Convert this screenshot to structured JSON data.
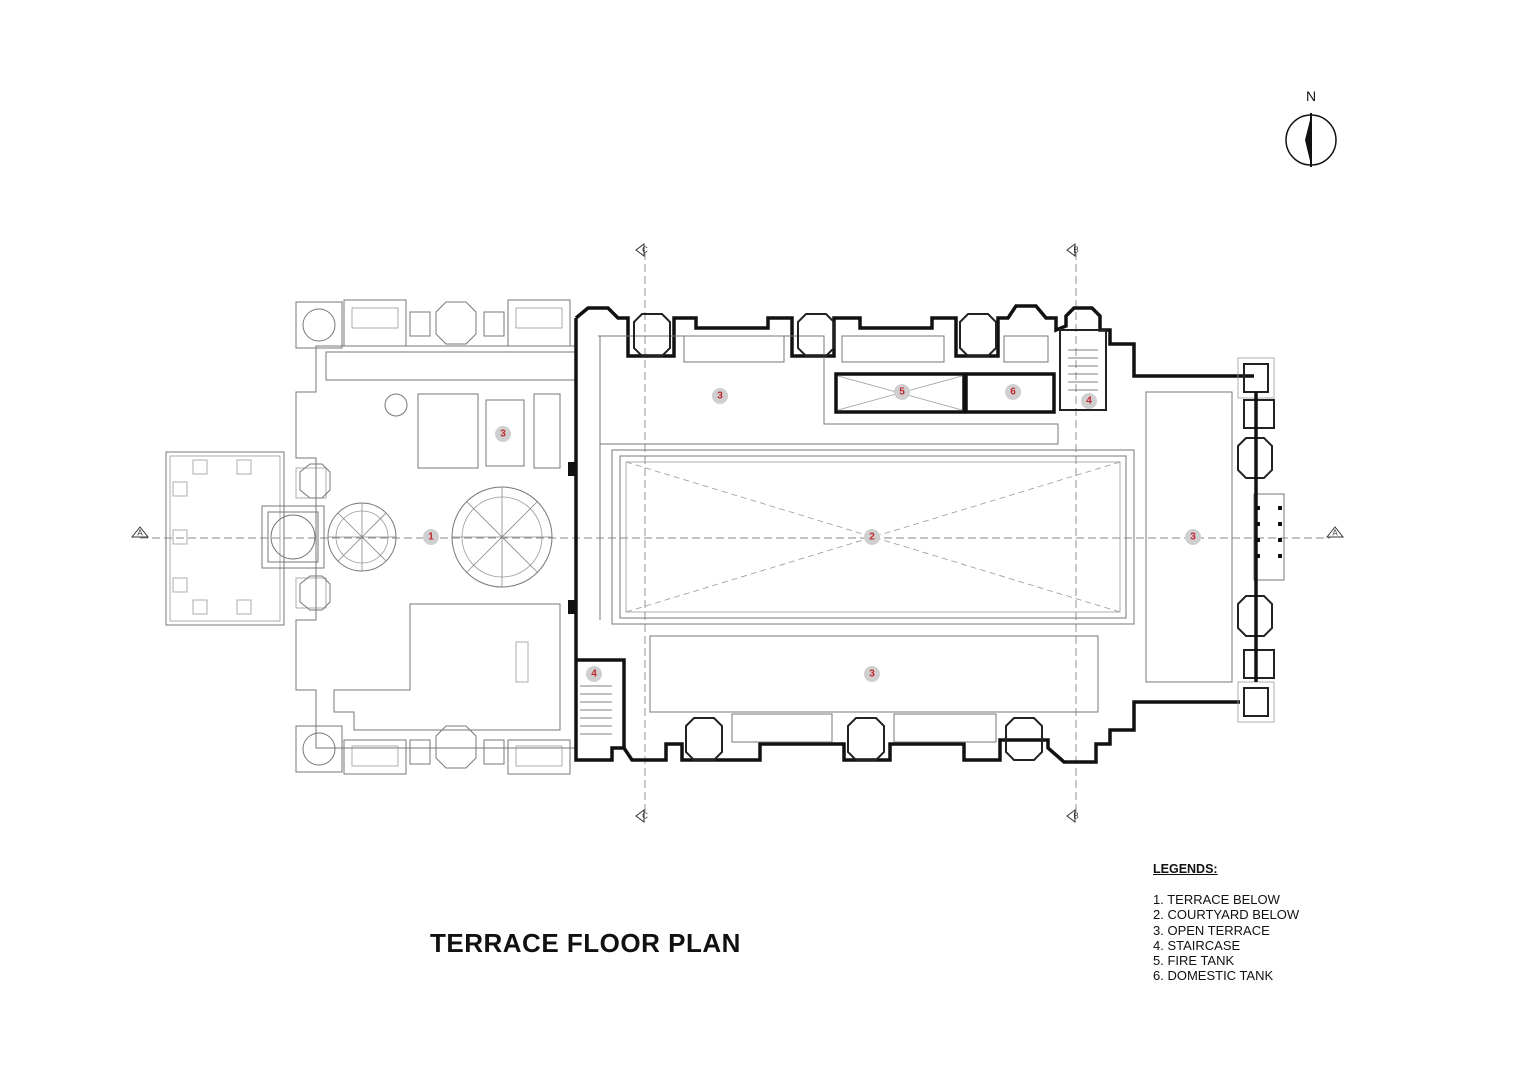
{
  "drawing": {
    "title": "TERRACE FLOOR PLAN",
    "north_label": "N"
  },
  "legend": {
    "heading": "LEGENDS:",
    "items": [
      "1. TERRACE BELOW",
      "2. COURTYARD BELOW",
      "3. OPEN TERRACE",
      "4. STAIRCASE",
      "5.  FIRE TANK",
      "6.  DOMESTIC TANK"
    ]
  },
  "section_markers": {
    "horizontal": "A",
    "vertical_left": "C",
    "vertical_right": "B"
  },
  "space_tags": [
    "1",
    "2",
    "3",
    "4",
    "5",
    "6"
  ],
  "colors": {
    "tag_fill": "#cfcfcf",
    "tag_text": "#c0282d",
    "wall": "#111111"
  }
}
